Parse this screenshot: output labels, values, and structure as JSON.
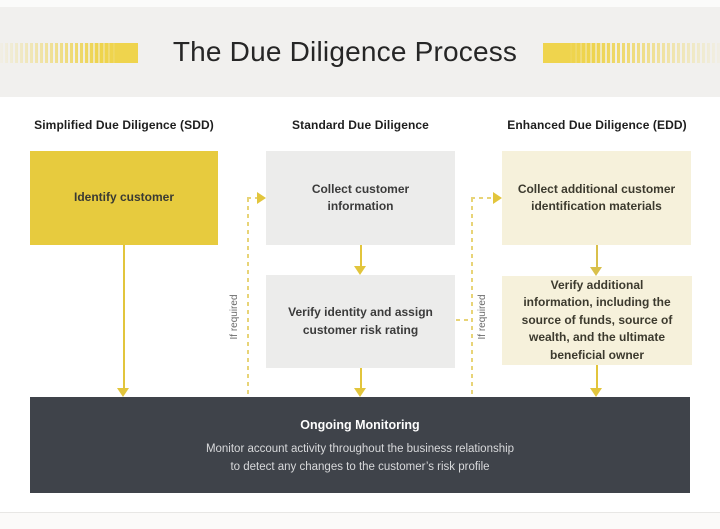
{
  "title": "The Due Diligence Process",
  "columns": [
    {
      "header": "Simplified Due Diligence (SDD)",
      "boxes": [
        "Identify customer"
      ]
    },
    {
      "header": "Standard Due Diligence",
      "boxes": [
        "Collect customer information",
        "Verify identity and assign customer risk rating"
      ]
    },
    {
      "header": "Enhanced Due Diligence (EDD)",
      "boxes": [
        "Collect additional customer identification materials",
        "Verify additional information, including the source of funds, source of wealth, and the ultimate beneficial owner"
      ]
    }
  ],
  "connectors": {
    "left_label": "If required",
    "right_label": "If required"
  },
  "footer_bar": {
    "title": "Ongoing Monitoring",
    "line1": "Monitor account activity throughout the business relationship",
    "line2": "to detect any changes to the customer’s risk profile"
  },
  "colors": {
    "accent_yellow": "#e7cb3e",
    "stripe_yellow": "#eed34c",
    "box_gray": "#ececeb",
    "box_cream": "#f6f1db",
    "bar_dark": "#3f434a",
    "band_gray": "#f1f0ee",
    "dash_yellow": "#e8d477"
  }
}
